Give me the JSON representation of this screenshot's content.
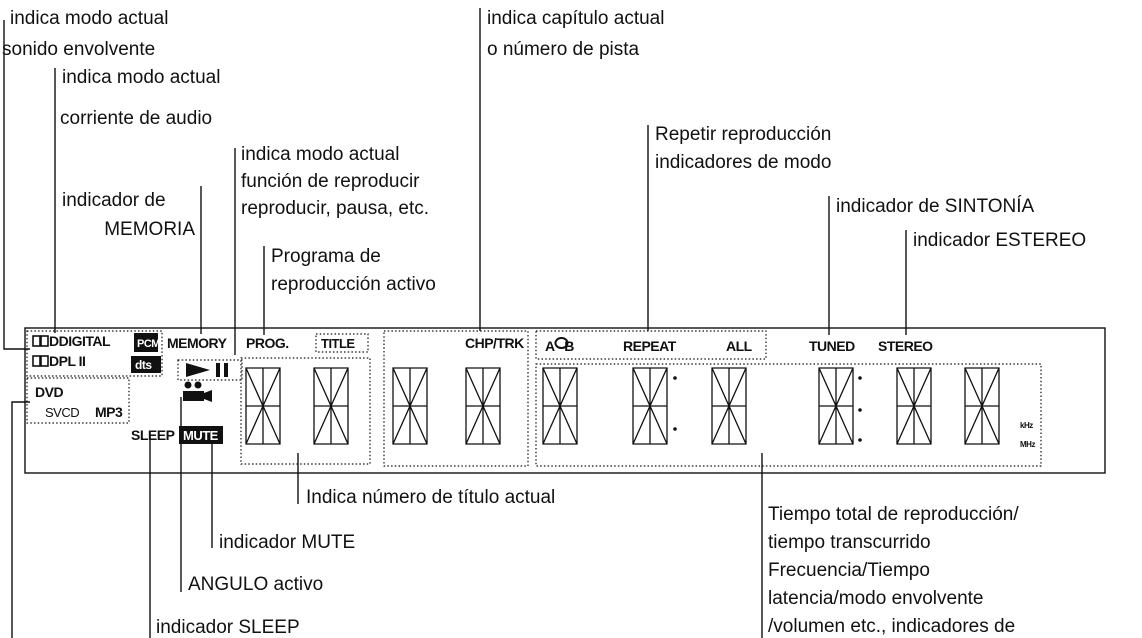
{
  "callouts": {
    "surround_mode": [
      "indica modo actual",
      "sonido envolvente"
    ],
    "audio_stream": [
      "indica modo actual",
      "corriente de audio"
    ],
    "playback_function": [
      "indica modo actual",
      "función de reproducir",
      "reproducir, pausa, etc."
    ],
    "memory": [
      "indicador de",
      "MEMORIA"
    ],
    "program": [
      "Programa de",
      "reproducción activo"
    ],
    "chapter_track": [
      "indica capítulo actual",
      "o número de pista"
    ],
    "repeat": [
      "Repetir reproducción",
      "indicadores de modo"
    ],
    "tuned": [
      "indicador de SINTONÍA"
    ],
    "stereo": [
      "indicador ESTEREO"
    ],
    "title_number": [
      "Indica número de título actual"
    ],
    "mute": [
      "indicador MUTE"
    ],
    "angle": [
      "ANGULO activo"
    ],
    "sleep": [
      "indicador SLEEP"
    ],
    "time": [
      "Tiempo total de reproducción/",
      "tiempo transcurrido",
      "Frecuencia/Tiempo",
      "latencia/modo envolvente",
      "/volumen etc., indicadores de"
    ]
  },
  "indicators": {
    "digital": "DDIGITAL",
    "pl2": "DPL II",
    "pcm": "PCM",
    "dts": "dts",
    "memory": "MEMORY",
    "prog": "PROG.",
    "title": "TITLE",
    "chp_trk": "CHP/TRK",
    "ab": "A   B",
    "repeat": "REPEAT",
    "all": "ALL",
    "tuned": "TUNED",
    "stereo": "STEREO",
    "dvd": "DVD",
    "svcd": "SVCD",
    "mp3": "MP3",
    "sleep": "SLEEP",
    "mute": "MUTE",
    "khz": "kHz",
    "mhz": "MHz"
  }
}
